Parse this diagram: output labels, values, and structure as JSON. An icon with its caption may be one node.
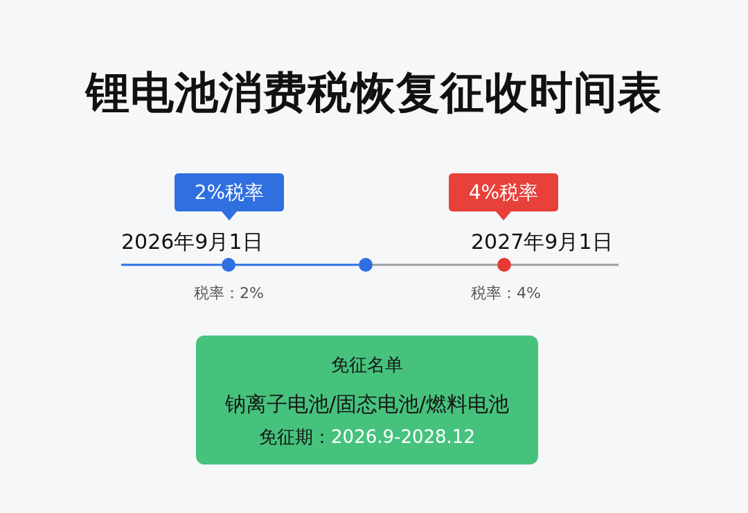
{
  "diagram": {
    "title": "锂电池消费税恢复征收时间表",
    "nodes": [
      {
        "text": [
          "2%税率"
        ]
      },
      {
        "text": [
          "4%税率"
        ]
      },
      {
        "text": [],
        "shape": "circle",
        "beside": [
          "2026年9月1日",
          "税率：2%"
        ]
      },
      {
        "text": [],
        "shape": "circle"
      },
      {
        "text": [],
        "shape": "circle",
        "beside": [
          "2027年9月1日",
          "税率：4%"
        ]
      },
      {
        "text": [
          "免征名单",
          "钠离子电池/固态电池/燃料电池",
          "免征期：",
          "2026.9-2028.12"
        ]
      }
    ],
    "edges": [
      {
        "from": null,
        "to": 2,
        "arrow": "none",
        "color": "#2f6fe0"
      },
      {
        "from": 2,
        "to": 3,
        "arrow": "none",
        "color": "#2f6fe0"
      },
      {
        "from": 3,
        "to": 4,
        "arrow": "none",
        "color": "#9e9e9e"
      },
      {
        "from": 4,
        "to": null,
        "arrow": "none",
        "color": "#9e9e9e"
      }
    ]
  }
}
